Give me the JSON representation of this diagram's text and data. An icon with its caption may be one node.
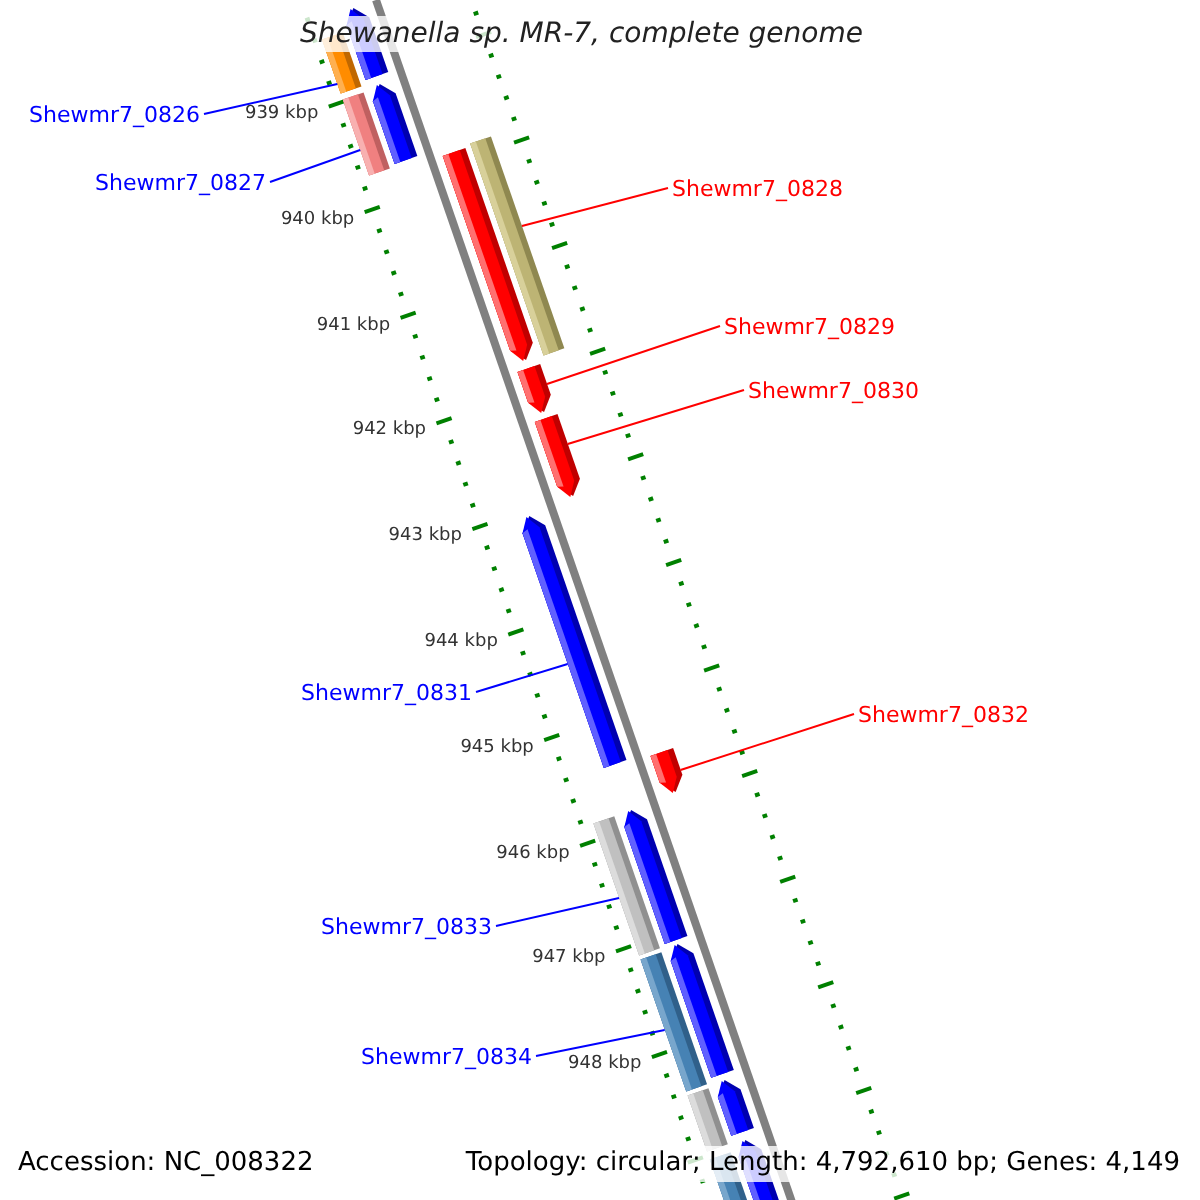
{
  "diagram": {
    "title": "Shewanella sp. MR-7, complete genome",
    "nodes": [
      {
        "text": [
          "Shewmr7_0826"
        ]
      },
      {
        "text": [],
        "shape": "bar"
      },
      {
        "text": [
          "Shewmr7_0827"
        ]
      },
      {
        "text": [],
        "shape": "bar"
      },
      {
        "text": [
          "Shewmr7_0828"
        ]
      },
      {
        "text": [],
        "shape": "bar"
      },
      {
        "text": [
          "Shewmr7_0829"
        ]
      },
      {
        "text": [],
        "shape": "arrow"
      },
      {
        "text": [
          "Shewmr7_0830"
        ]
      },
      {
        "text": [],
        "shape": "arrow"
      },
      {
        "text": [
          "Shewmr7_0831"
        ]
      },
      {
        "text": [],
        "shape": "arrow"
      },
      {
        "text": [
          "Shewmr7_0832"
        ]
      },
      {
        "text": [],
        "shape": "arrow"
      },
      {
        "text": [
          "Shewmr7_0833"
        ]
      },
      {
        "text": [],
        "shape": "bar"
      },
      {
        "text": [
          "Shewmr7_0834"
        ]
      },
      {
        "text": [],
        "shape": "bar"
      }
    ],
    "edges": [
      {
        "from": 0,
        "to": 1,
        "arrow": "none"
      },
      {
        "from": 2,
        "to": 3,
        "arrow": "none"
      },
      {
        "from": 4,
        "to": 5,
        "arrow": "none",
        "color": "#ff0000"
      },
      {
        "from": 6,
        "to": 7,
        "arrow": "none",
        "color": "#ff0000"
      },
      {
        "from": 8,
        "to": 9,
        "arrow": "none",
        "color": "#ff0000"
      },
      {
        "from": 10,
        "to": 11,
        "arrow": "none"
      },
      {
        "from": 12,
        "to": 13,
        "arrow": "none",
        "color": "#ff0000"
      },
      {
        "from": 14,
        "to": 15,
        "arrow": "none"
      },
      {
        "from": 16,
        "to": 17,
        "arrow": "none"
      }
    ],
    "labels": [
      "939 kbp",
      "940 kbp",
      "941 kbp",
      "942 kbp",
      "943 kbp",
      "944 kbp",
      "945 kbp",
      "946 kbp",
      "947 kbp",
      "948 kbp",
      "Accession: NC_008322",
      "Topology: circular; Length: 4,792,610 bp; Genes: 4,149"
    ]
  }
}
